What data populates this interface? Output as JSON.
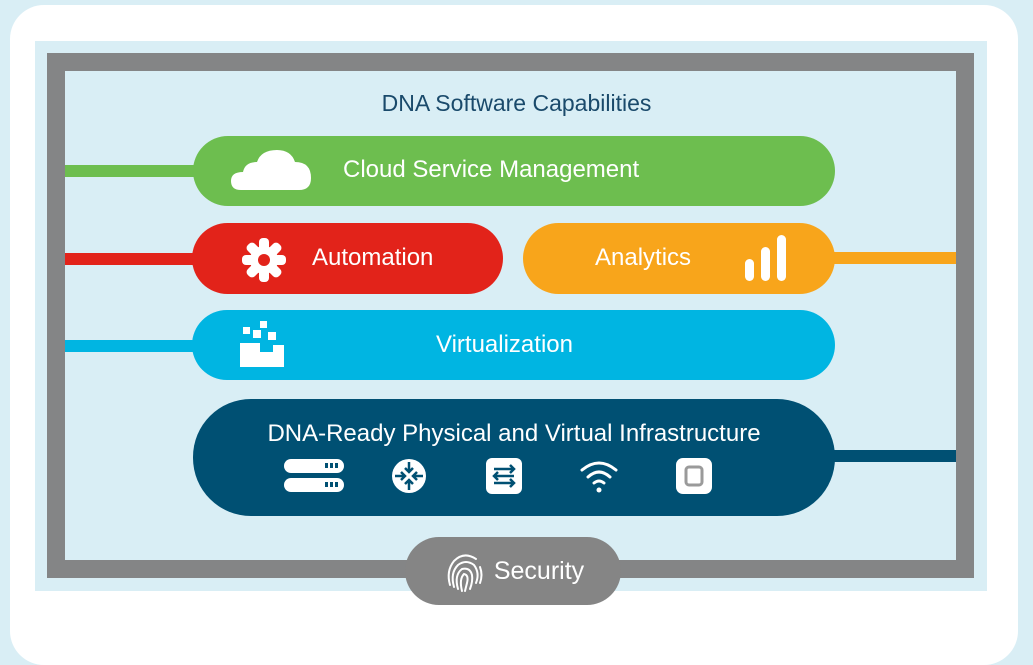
{
  "title": "DNA Software Capabilities",
  "layers": {
    "cloud": {
      "label": "Cloud Service Management",
      "icon": "cloud-icon",
      "color": "#6dbe4f"
    },
    "automation": {
      "label": "Automation",
      "icon": "gear-icon",
      "color": "#e2231a"
    },
    "analytics": {
      "label": "Analytics",
      "icon": "bar-chart-icon",
      "color": "#f8a51b"
    },
    "virtualization": {
      "label": "Virtualization",
      "icon": "virtualization-blocks-icon",
      "color": "#00b5e2"
    },
    "infrastructure": {
      "label": "DNA-Ready Physical and Virtual Infrastructure",
      "color": "#005073",
      "devices": [
        "server-icon",
        "router-icon",
        "switch-icon",
        "wifi-icon",
        "appliance-icon"
      ]
    },
    "security": {
      "label": "Security",
      "icon": "fingerprint-icon",
      "color": "#858585"
    }
  },
  "colors": {
    "background": "#d9eef5",
    "frame": "#848586",
    "title": "#1a4a6b"
  }
}
